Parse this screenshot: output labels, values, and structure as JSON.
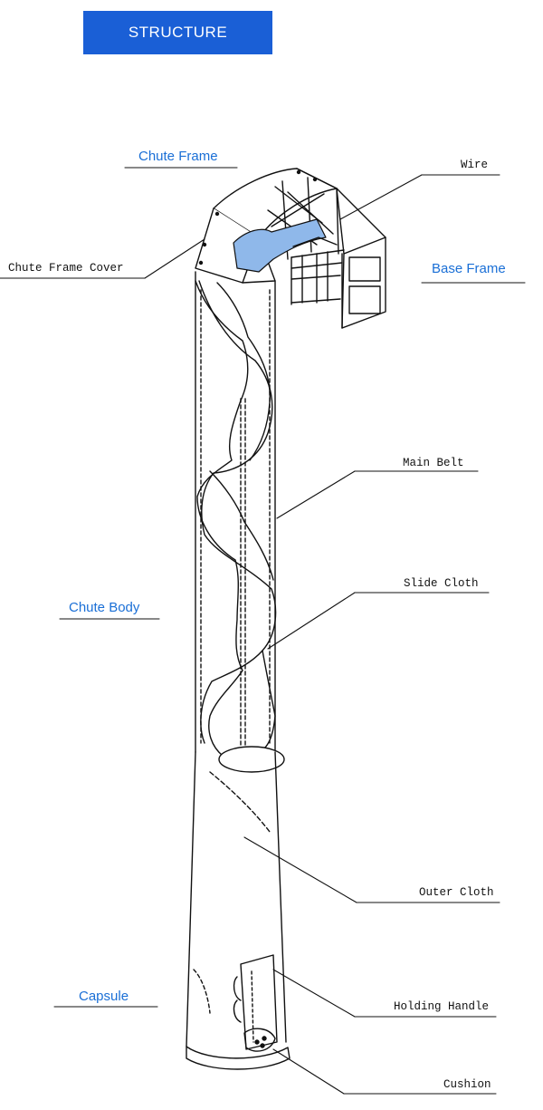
{
  "header": {
    "title": "STRUCTURE"
  },
  "labels": {
    "chute_frame": "Chute Frame",
    "wire": "Wire",
    "chute_frame_cover": "Chute Frame Cover",
    "base_frame": "Base Frame",
    "main_belt": "Main Belt",
    "slide_cloth": "Slide Cloth",
    "chute_body": "Chute Body",
    "outer_cloth": "Outer Cloth",
    "capsule": "Capsule",
    "holding_handle": "Holding Handle",
    "cushion": "Cushion"
  },
  "colors": {
    "header_bg": "#1a5fd6",
    "blue_label": "#1a6fd6",
    "line": "#111111",
    "cover_fill": "#8fb8ea"
  }
}
